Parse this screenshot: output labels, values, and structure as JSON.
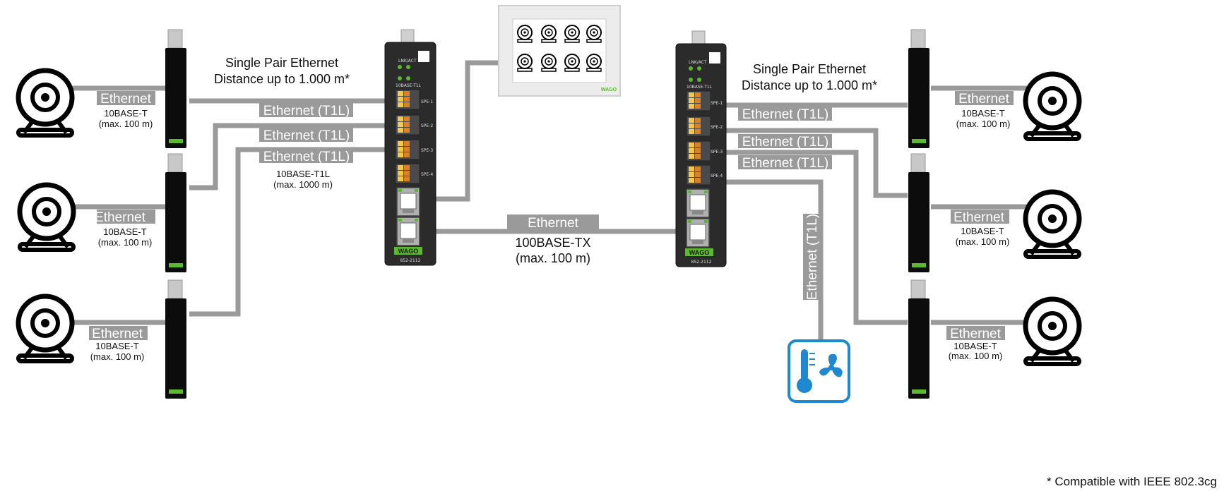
{
  "spe_left": {
    "title": "Single Pair Ethernet",
    "distance": "Distance up to 1.000 m*"
  },
  "spe_right": {
    "title": "Single Pair Ethernet",
    "distance": "Distance up to 1.000 m*"
  },
  "labels": {
    "ethernet": "Ethernet",
    "t1l": "Ethernet (T1L)",
    "tbase_t": "10BASE-T",
    "max100": "(max. 100 m)",
    "t1l_std": "10BASE-T1L",
    "max1000": "(max. 1000 m)",
    "tx_std": "100BASE-TX",
    "switch_model": "852-2112",
    "switch_t1l": "10BASE-T1L",
    "lnk_act": "LNK/ACT",
    "spe_ports": [
      "SPE-1",
      "SPE-2",
      "SPE-3",
      "SPE-4"
    ],
    "brand": "WAGO"
  },
  "footnote": "* Compatible with IEEE 802.3cg",
  "colors": {
    "wire": "#9a9a9a",
    "device": "#111111",
    "accent_green": "#5cb82e",
    "sensor_blue": "#1e88d0",
    "terminal_orange": "#d9822b"
  }
}
